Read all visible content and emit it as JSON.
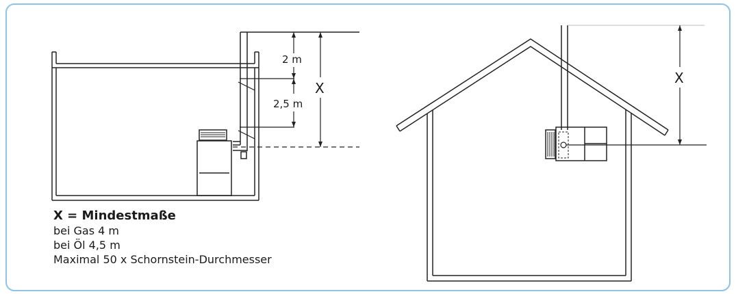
{
  "left_diagram": {
    "dim_top": "2 m",
    "dim_middle": "2,5 m",
    "dim_x": "X"
  },
  "right_diagram": {
    "dim_x": "X"
  },
  "caption": {
    "title": "X = Mindestmaße",
    "lines": [
      "bei Gas 4 m",
      "bei Öl 4,5 m",
      "Maximal 50 x Schornstein-Durchmesser"
    ]
  },
  "colors": {
    "border": "#8ec3e6",
    "line": "#222222"
  }
}
